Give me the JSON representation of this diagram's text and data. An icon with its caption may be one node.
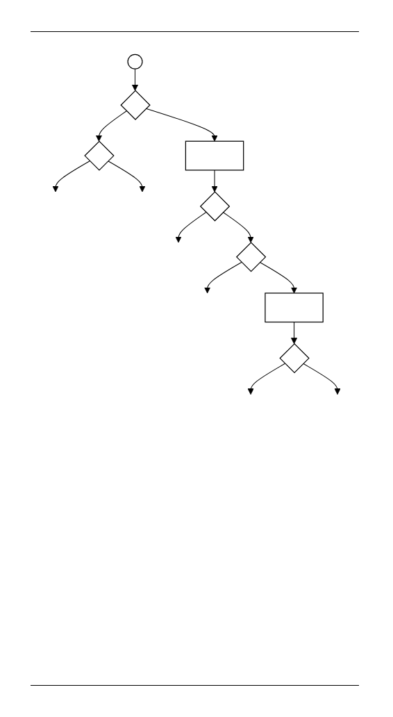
{
  "diagram": {
    "nodes": [
      {
        "text": [],
        "shape": "circle"
      },
      {
        "text": [],
        "shape": "diamond"
      },
      {
        "text": [],
        "shape": "box"
      },
      {
        "text": [],
        "shape": "diamond"
      },
      {
        "text": [],
        "shape": "diamond"
      },
      {
        "text": [],
        "shape": "box"
      },
      {
        "text": [],
        "shape": "diamond"
      },
      {
        "text": [],
        "shape": "diamond"
      }
    ],
    "edges": [
      {
        "from": 0,
        "to": 1,
        "arrow": "to"
      },
      {
        "from": 1,
        "to": 2,
        "arrow": "to"
      },
      {
        "from": 1,
        "to": 7,
        "arrow": "to"
      },
      {
        "from": 2,
        "to": 3,
        "arrow": "to"
      },
      {
        "from": 3,
        "to": null,
        "arrow": "to"
      },
      {
        "from": 3,
        "to": 4,
        "arrow": "to"
      },
      {
        "from": 4,
        "to": null,
        "arrow": "to"
      },
      {
        "from": 4,
        "to": 5,
        "arrow": "to"
      },
      {
        "from": 5,
        "to": 6,
        "arrow": "to"
      },
      {
        "from": 6,
        "to": null,
        "arrow": "to"
      },
      {
        "from": 6,
        "to": null,
        "arrow": "to"
      },
      {
        "from": 7,
        "to": null,
        "arrow": "to"
      },
      {
        "from": 7,
        "to": null,
        "arrow": "to"
      }
    ]
  }
}
